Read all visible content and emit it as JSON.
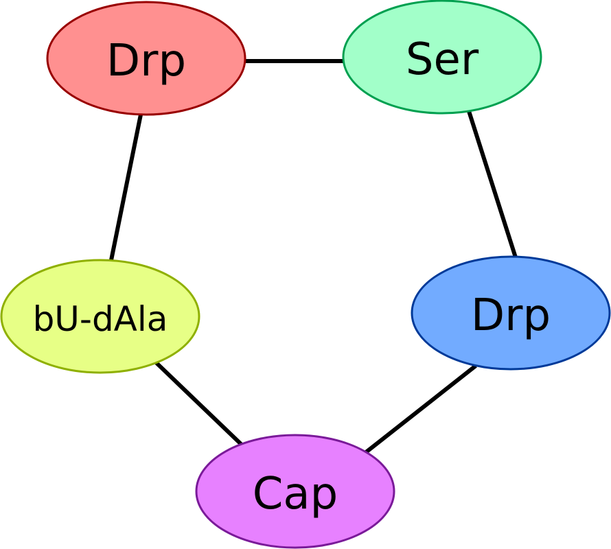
{
  "diagram": {
    "nodes": [
      {
        "id": "n1",
        "label": "Drp",
        "fill": "#ff8a8a",
        "stroke": "#990000"
      },
      {
        "id": "n2",
        "label": "Ser",
        "fill": "#9dffc6",
        "stroke": "#00a050"
      },
      {
        "id": "n3",
        "label": "Drp",
        "fill": "#6aa6ff",
        "stroke": "#003a99"
      },
      {
        "id": "n4",
        "label": "Cap",
        "fill": "#e67aff",
        "stroke": "#7a1a99"
      },
      {
        "id": "n5",
        "label": "bU-dAla",
        "fill": "#e6ff80",
        "stroke": "#8fb000"
      }
    ],
    "edges": [
      {
        "from": "n1",
        "to": "n2"
      },
      {
        "from": "n2",
        "to": "n3"
      },
      {
        "from": "n3",
        "to": "n4"
      },
      {
        "from": "n4",
        "to": "n5"
      },
      {
        "from": "n5",
        "to": "n1"
      }
    ]
  }
}
